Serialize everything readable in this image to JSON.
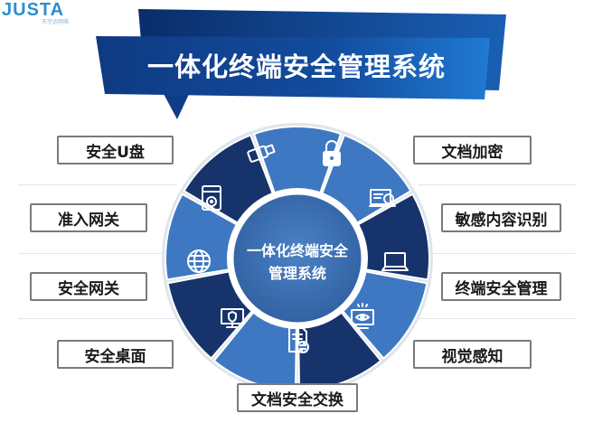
{
  "logo": {
    "text": "JUSTA",
    "subtitle": "天空达网络"
  },
  "banner": {
    "title": "一体化终端安全管理系统"
  },
  "center": {
    "line1": "一体化终端安全",
    "line2": "管理系统"
  },
  "labels": {
    "left": [
      "安全U盘",
      "准入网关",
      "安全网关",
      "安全桌面"
    ],
    "right": [
      "文档加密",
      "敏感内容识别",
      "终端安全管理",
      "视觉感知"
    ],
    "bottom": "文档安全交换"
  },
  "colors": {
    "light_blue": "#3f78c2",
    "dark_navy": "#17336b",
    "center_blue": "#3868ad",
    "banner_dark": "#0f3d87",
    "banner_light": "#1f79d0"
  },
  "segments": [
    {
      "icon": "usb-drive-icon",
      "shade": "light"
    },
    {
      "icon": "padlock-icon",
      "shade": "light"
    },
    {
      "icon": "content-scan-icon",
      "shade": "dark"
    },
    {
      "icon": "laptop-icon",
      "shade": "light"
    },
    {
      "icon": "monitor-eye-icon",
      "shade": "dark"
    },
    {
      "icon": "document-exchange-icon",
      "shade": "light"
    },
    {
      "icon": "secure-monitor-icon",
      "shade": "dark"
    },
    {
      "icon": "globe-icon",
      "shade": "light"
    },
    {
      "icon": "media-device-icon",
      "shade": "dark"
    }
  ]
}
